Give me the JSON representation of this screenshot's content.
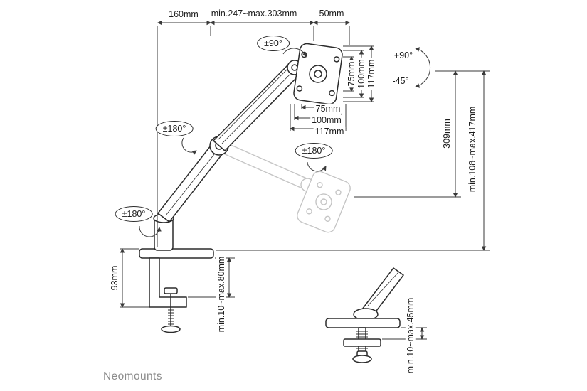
{
  "labels": {
    "dim_160": "160mm",
    "dim_reach": "min.247~max.303mm",
    "dim_50": "50mm",
    "vesa_v_75": "75mm",
    "vesa_v_100": "100mm",
    "vesa_v_117": "117mm",
    "vesa_h_75": "75mm",
    "vesa_h_100": "100mm",
    "vesa_h_117": "117mm",
    "dim_travel": "309mm",
    "dim_height_range": "min.108~max.417mm",
    "dim_clamp_height": "93mm",
    "dim_desk_thickness": "min.10~max.80mm",
    "dim_grommet_thickness": "min.10~max.45mm",
    "angle_head_rotation": "±90°",
    "angle_tilt_up": "+90°",
    "angle_tilt_down": "-45°",
    "angle_swivel_arm": "±180°",
    "angle_swivel_head": "±180°",
    "angle_swivel_base": "±180°",
    "brand": "Neomounts"
  },
  "colors": {
    "line": "#2b2b2b",
    "dimension_line": "#3a3a3a",
    "ghost": "#c5c5c5",
    "brand_text": "#8c8c8c"
  }
}
